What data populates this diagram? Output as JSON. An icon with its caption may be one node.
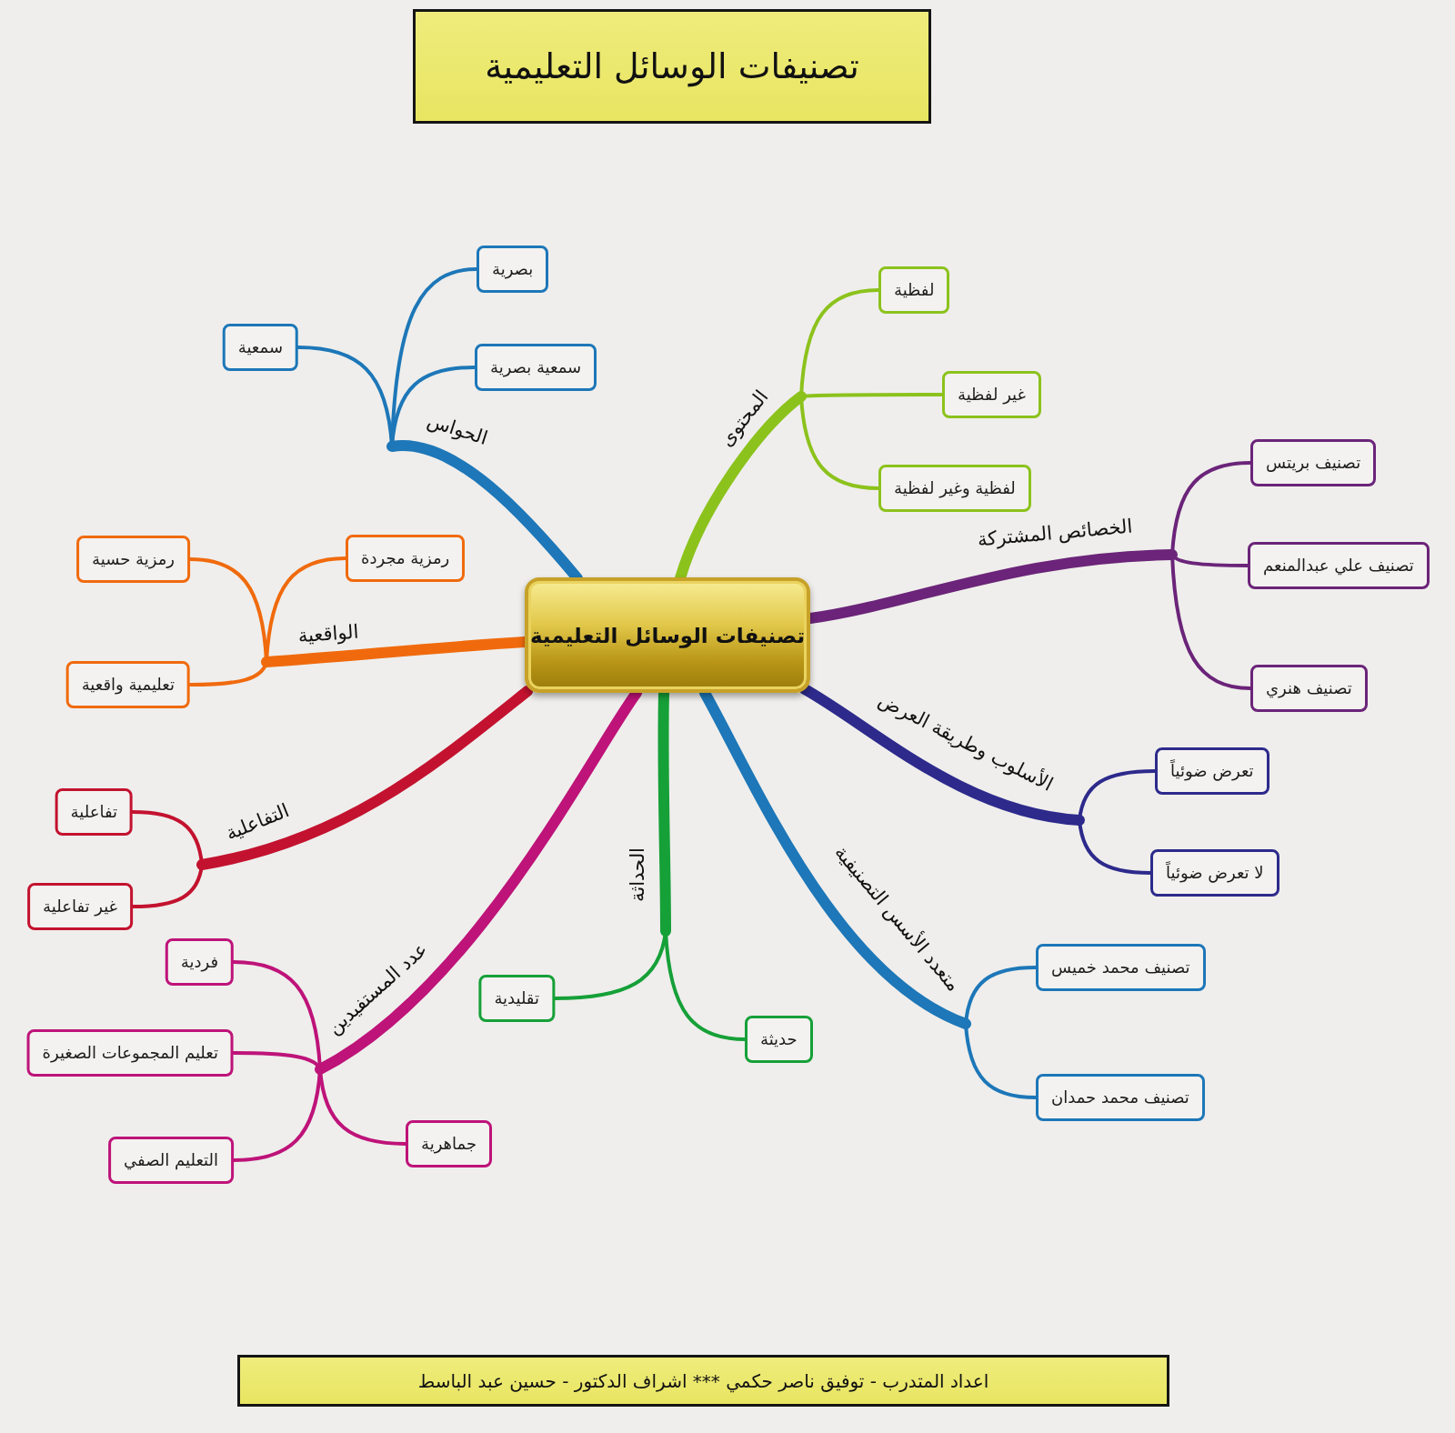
{
  "diagram": {
    "title": "تصنيفات الوسائل التعليمية",
    "caption": "اعداد المتدرب - توفيق ناصر حكمي *** اشراف الدكتور - حسين عبد الباسط",
    "nodes": [
      {
        "text": [
          "تصنيفات الوسائل التعليمية"
        ]
      },
      {
        "text": [
          "الحواس"
        ]
      },
      {
        "text": [
          "سمعية"
        ]
      },
      {
        "text": [
          "بصرية"
        ]
      },
      {
        "text": [
          "سمعية بصرية"
        ]
      },
      {
        "text": [
          "المحتوى"
        ]
      },
      {
        "text": [
          "لفظية"
        ]
      },
      {
        "text": [
          "غير لفظية"
        ]
      },
      {
        "text": [
          "لفظية وغير لفظية"
        ]
      },
      {
        "text": [
          "الخصائص المشتركة"
        ]
      },
      {
        "text": [
          "تصنيف بريتس"
        ]
      },
      {
        "text": [
          "تصنيف علي عبدالمنعم"
        ]
      },
      {
        "text": [
          "تصنيف هنري"
        ]
      },
      {
        "text": [
          "الأسلوب وطريقة العرض"
        ]
      },
      {
        "text": [
          "تعرض ضوئياً"
        ]
      },
      {
        "text": [
          "لا تعرض ضوئياً"
        ]
      },
      {
        "text": [
          "متعدد الأسس التصنيفية"
        ]
      },
      {
        "text": [
          "تصنيف محمد خميس"
        ]
      },
      {
        "text": [
          "تصنيف محمد حمدان"
        ]
      },
      {
        "text": [
          "الحداثة"
        ]
      },
      {
        "text": [
          "تقليدية"
        ]
      },
      {
        "text": [
          "حديثة"
        ]
      },
      {
        "text": [
          "عدد المستفيدين"
        ]
      },
      {
        "text": [
          "فردية"
        ]
      },
      {
        "text": [
          "تعليم المجموعات الصغيرة"
        ]
      },
      {
        "text": [
          "جماهرية"
        ]
      },
      {
        "text": [
          "التعليم الصفي"
        ]
      },
      {
        "text": [
          "التفاعلية"
        ]
      },
      {
        "text": [
          "تفاعلية"
        ]
      },
      {
        "text": [
          "غير تفاعلية"
        ]
      },
      {
        "text": [
          "الواقعية"
        ]
      },
      {
        "text": [
          "رمزية مجردة"
        ]
      },
      {
        "text": [
          "رمزية حسية"
        ]
      },
      {
        "text": [
          "تعليمية واقعية"
        ]
      }
    ],
    "edges": [
      {
        "from": 0,
        "to": 1,
        "arrow": "none",
        "style": "thick",
        "color": "#1d77b8"
      },
      {
        "from": 1,
        "to": 2,
        "arrow": "none",
        "color": "#1d77b8"
      },
      {
        "from": 1,
        "to": 3,
        "arrow": "none",
        "color": "#1d77b8"
      },
      {
        "from": 1,
        "to": 4,
        "arrow": "none",
        "color": "#1d77b8"
      },
      {
        "from": 0,
        "to": 5,
        "arrow": "none",
        "style": "thick",
        "color": "#8cc21c"
      },
      {
        "from": 5,
        "to": 6,
        "arrow": "none",
        "color": "#8cc21c"
      },
      {
        "from": 5,
        "to": 7,
        "arrow": "none",
        "color": "#8cc21c"
      },
      {
        "from": 5,
        "to": 8,
        "arrow": "none",
        "color": "#8cc21c"
      },
      {
        "from": 0,
        "to": 9,
        "arrow": "none",
        "style": "thick",
        "color": "#6b2479"
      },
      {
        "from": 9,
        "to": 10,
        "arrow": "none",
        "color": "#6b2479"
      },
      {
        "from": 9,
        "to": 11,
        "arrow": "none",
        "color": "#6b2479"
      },
      {
        "from": 9,
        "to": 12,
        "arrow": "none",
        "color": "#6b2479"
      },
      {
        "from": 0,
        "to": 13,
        "arrow": "none",
        "style": "thick",
        "color": "#2d2a8c"
      },
      {
        "from": 13,
        "to": 14,
        "arrow": "none",
        "color": "#2d2a8c"
      },
      {
        "from": 13,
        "to": 15,
        "arrow": "none",
        "color": "#2d2a8c"
      },
      {
        "from": 0,
        "to": 16,
        "arrow": "none",
        "style": "thick",
        "color": "#1d77b8"
      },
      {
        "from": 16,
        "to": 17,
        "arrow": "none",
        "color": "#1d77b8"
      },
      {
        "from": 16,
        "to": 18,
        "arrow": "none",
        "color": "#1d77b8"
      },
      {
        "from": 0,
        "to": 19,
        "arrow": "none",
        "style": "thick",
        "color": "#16a038"
      },
      {
        "from": 19,
        "to": 20,
        "arrow": "none",
        "color": "#16a038"
      },
      {
        "from": 19,
        "to": 21,
        "arrow": "none",
        "color": "#16a038"
      },
      {
        "from": 0,
        "to": 22,
        "arrow": "none",
        "style": "thick",
        "color": "#be1379"
      },
      {
        "from": 22,
        "to": 23,
        "arrow": "none",
        "color": "#be1379"
      },
      {
        "from": 22,
        "to": 24,
        "arrow": "none",
        "color": "#be1379"
      },
      {
        "from": 22,
        "to": 25,
        "arrow": "none",
        "color": "#be1379"
      },
      {
        "from": 22,
        "to": 26,
        "arrow": "none",
        "color": "#be1379"
      },
      {
        "from": 0,
        "to": 27,
        "arrow": "none",
        "style": "thick",
        "color": "#c3122f"
      },
      {
        "from": 27,
        "to": 28,
        "arrow": "none",
        "color": "#c3122f"
      },
      {
        "from": 27,
        "to": 29,
        "arrow": "none",
        "color": "#c3122f"
      },
      {
        "from": 0,
        "to": 30,
        "arrow": "none",
        "style": "thick",
        "color": "#f06a0d"
      },
      {
        "from": 30,
        "to": 31,
        "arrow": "none",
        "color": "#f06a0d"
      },
      {
        "from": 30,
        "to": 32,
        "arrow": "none",
        "color": "#f06a0d"
      },
      {
        "from": 30,
        "to": 33,
        "arrow": "none",
        "color": "#f06a0d"
      }
    ]
  }
}
